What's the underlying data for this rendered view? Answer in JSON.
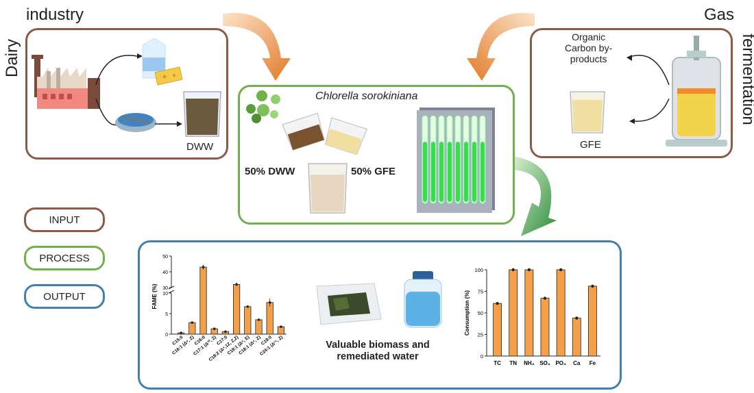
{
  "dairy": {
    "word1": "Dairy",
    "word2": "industry",
    "dww_label": "DWW"
  },
  "gas": {
    "word1": "Gas",
    "word2": "fermentation",
    "organic_label": "Organic\nCarbon by-\nproducts",
    "gfe_label": "GFE"
  },
  "process": {
    "title": "Chlorella sorokiniana",
    "dww_mix": "50% DWW",
    "gfe_mix": "50% GFE"
  },
  "legend": {
    "input": "INPUT",
    "process": "PROCESS",
    "output": "OUTPUT"
  },
  "output": {
    "caption": "Valuable biomass and\nremediated water"
  },
  "colors": {
    "input": "#8c5a47",
    "process": "#6fb24a",
    "output": "#3f7fb5",
    "bar": "#f4a04a",
    "arrow_orange": "#e07b2a",
    "arrow_green": "#2e8b3a"
  },
  "chart_data": [
    {
      "type": "bar",
      "ylabel": "FAME (%)",
      "categories": [
        "C15:0",
        "C16:1 (Δ⁹, Z)",
        "C16:0",
        "C17:1 (Δ¹⁰, Z)",
        "C17:0",
        "C18:2 (Δ⁹,12, Z,Z)",
        "C18:1 (Δ⁹, E)",
        "C18:1 (Δ⁹, Z)",
        "C18:0",
        "C24:1 (Δ¹⁵, Z)"
      ],
      "values": [
        0.3,
        2.8,
        43,
        1.3,
        0.6,
        32,
        6.7,
        3.5,
        7.7,
        1.8
      ],
      "errors": [
        0.1,
        0.2,
        1.5,
        0.2,
        0.1,
        1.2,
        0.3,
        0.2,
        1.0,
        0.1
      ],
      "yticks": [
        "0",
        "5",
        "10",
        "30",
        "40",
        "50"
      ],
      "axis_break": [
        10,
        30
      ],
      "ylim": [
        0,
        50
      ]
    },
    {
      "type": "bar",
      "ylabel": "Consumption (%)",
      "categories": [
        "TC",
        "TN",
        "NH₄",
        "SO₄",
        "PO₄",
        "Ca",
        "Fe"
      ],
      "values": [
        61,
        100,
        100,
        67,
        100,
        44,
        81
      ],
      "yticks": [
        "0",
        "25",
        "50",
        "75",
        "100"
      ],
      "ylim": [
        0,
        100
      ]
    }
  ]
}
